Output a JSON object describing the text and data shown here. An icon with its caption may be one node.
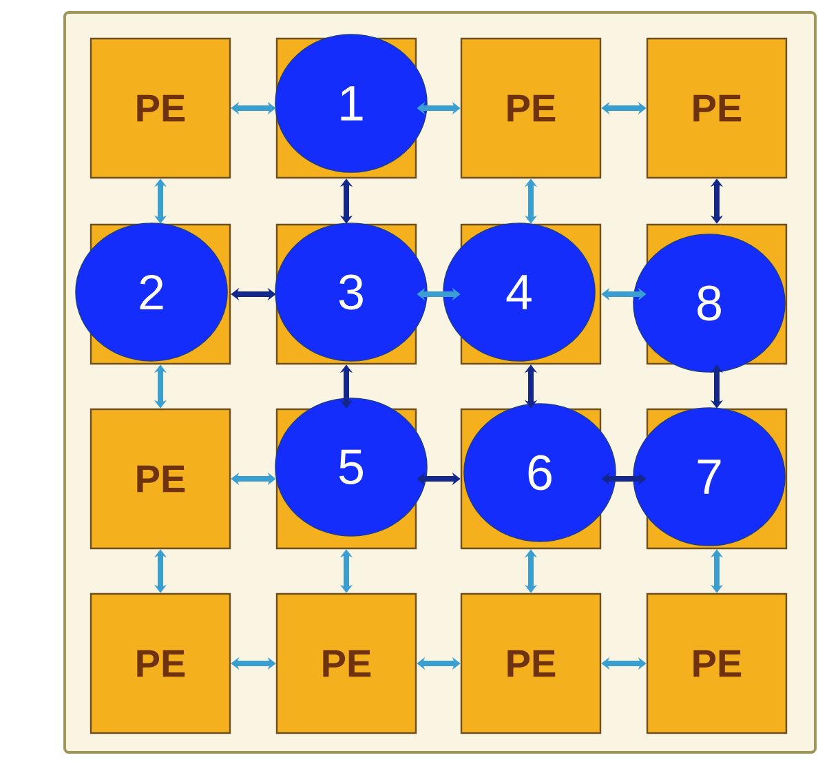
{
  "diagram": {
    "nodes": [
      {
        "text": [],
        "shape": "box"
      },
      {
        "text": [
          "PE"
        ],
        "in": 0
      },
      {
        "text": [
          "1"
        ],
        "in": 0
      },
      {
        "text": [
          "PE"
        ],
        "in": 0
      },
      {
        "text": [
          "PE"
        ],
        "in": 0
      },
      {
        "text": [
          "2"
        ],
        "in": 0
      },
      {
        "text": [
          "3"
        ],
        "in": 0
      },
      {
        "text": [
          "4"
        ],
        "in": 0
      },
      {
        "text": [
          "8"
        ],
        "in": 0
      },
      {
        "text": [
          "PE"
        ],
        "in": 0
      },
      {
        "text": [
          "5"
        ],
        "in": 0
      },
      {
        "text": [
          "6"
        ],
        "in": 0
      },
      {
        "text": [
          "7"
        ],
        "in": 0
      },
      {
        "text": [
          "PE"
        ],
        "in": 0
      },
      {
        "text": [
          "PE"
        ],
        "in": 0
      },
      {
        "text": [
          "PE"
        ],
        "in": 0
      },
      {
        "text": [
          "PE"
        ],
        "in": 0
      }
    ],
    "edges": [
      {
        "from": 1,
        "to": 2,
        "arrow": "both"
      },
      {
        "from": 2,
        "to": 3,
        "arrow": "both"
      },
      {
        "from": 3,
        "to": 4,
        "arrow": "both"
      },
      {
        "from": 5,
        "to": 6,
        "arrow": "both",
        "color": "#13288a"
      },
      {
        "from": 6,
        "to": 7,
        "arrow": "both"
      },
      {
        "from": 7,
        "to": 8,
        "arrow": "both"
      },
      {
        "from": 9,
        "to": 10,
        "arrow": "both"
      },
      {
        "from": 10,
        "to": 11,
        "arrow": "both",
        "color": "#13288a"
      },
      {
        "from": 11,
        "to": 12,
        "arrow": "both",
        "color": "#13288a"
      },
      {
        "from": 13,
        "to": 14,
        "arrow": "both"
      },
      {
        "from": 14,
        "to": 15,
        "arrow": "both"
      },
      {
        "from": 15,
        "to": 16,
        "arrow": "both"
      },
      {
        "from": 1,
        "to": 5,
        "arrow": "both"
      },
      {
        "from": 2,
        "to": 6,
        "arrow": "both",
        "color": "#13288a"
      },
      {
        "from": 3,
        "to": 7,
        "arrow": "both"
      },
      {
        "from": 4,
        "to": 8,
        "arrow": "both",
        "color": "#13288a"
      },
      {
        "from": 5,
        "to": 9,
        "arrow": "both"
      },
      {
        "from": 6,
        "to": 10,
        "arrow": "both",
        "color": "#13288a"
      },
      {
        "from": 7,
        "to": 11,
        "arrow": "both",
        "color": "#13288a"
      },
      {
        "from": 8,
        "to": 12,
        "arrow": "both",
        "color": "#13288a"
      },
      {
        "from": 9,
        "to": 13,
        "arrow": "both"
      },
      {
        "from": 10,
        "to": 14,
        "arrow": "both"
      },
      {
        "from": 11,
        "to": 15,
        "arrow": "both"
      },
      {
        "from": 12,
        "to": 16,
        "arrow": "both"
      }
    ]
  }
}
